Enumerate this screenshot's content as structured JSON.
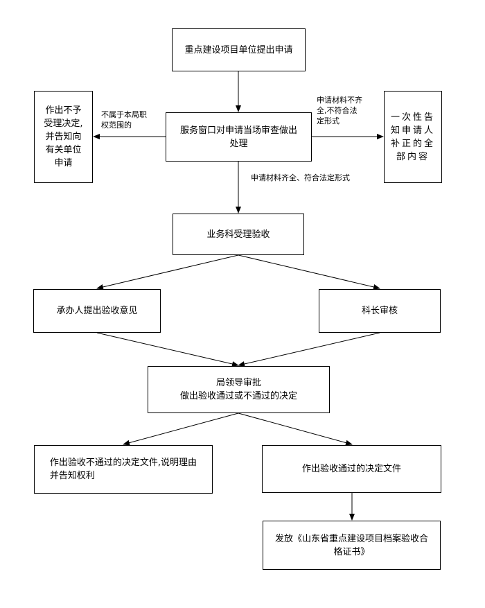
{
  "nodes": {
    "apply": "重点建设项目单位提出申请",
    "window": "服务窗口对申请当场审查做出\n处理",
    "reject": "作出不予\n受理决定,\n并告知向\n有关单位\n申请",
    "notify": "一次性告\n知申请人\n补正的全\n部内容",
    "accept": "业务科受理验收",
    "undertaker": "承办人提出验收意见",
    "chief": "科长审核",
    "leader": "局领导审批\n做出验收通过或不通过的决定",
    "fail": "作出验收不通过的决定文件,说明理由\n并告知权利",
    "pass": "作出验收通过的决定文件",
    "issue": "发放《山东省重点建设项目档案验收合\n格证书》"
  },
  "edge_labels": {
    "not_in_scope": "不属于本局职\n权范围的",
    "incomplete": "申请材料不齐\n全,不符合法\n定形式",
    "complete": "申请材料齐全、符合法定形式"
  }
}
